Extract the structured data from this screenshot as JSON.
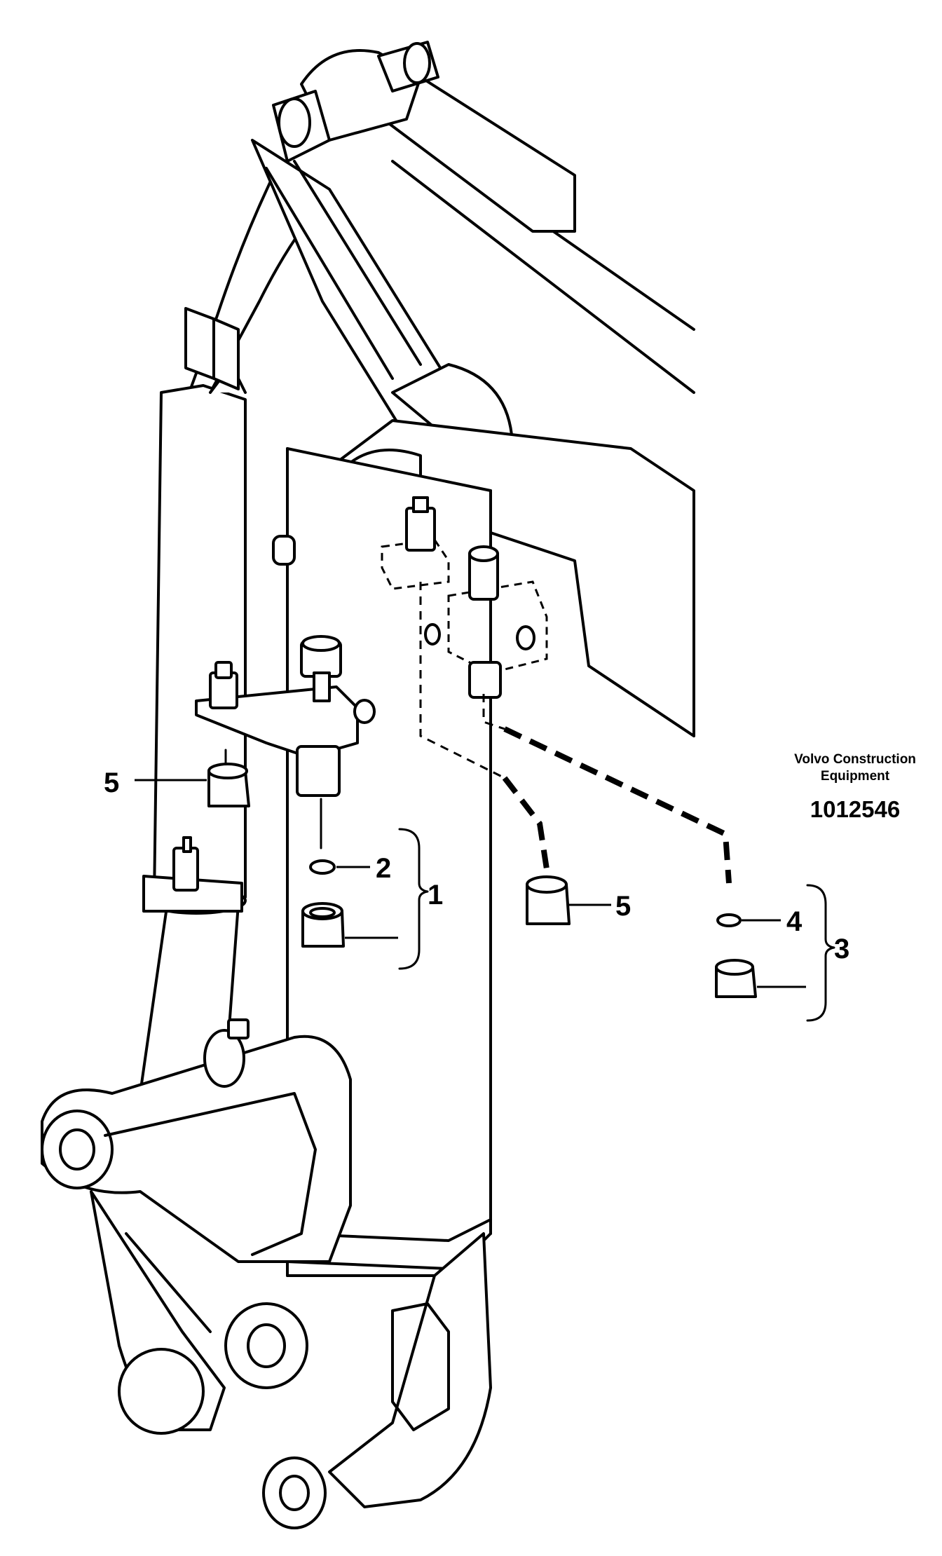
{
  "callouts": [
    {
      "label": "5"
    },
    {
      "label": "2"
    },
    {
      "label": "1"
    },
    {
      "label": "5"
    },
    {
      "label": "4"
    },
    {
      "label": "3"
    }
  ],
  "footer": {
    "brand_line1": "Volvo Construction",
    "brand_line2": "Equipment",
    "document_number": "1012546"
  }
}
